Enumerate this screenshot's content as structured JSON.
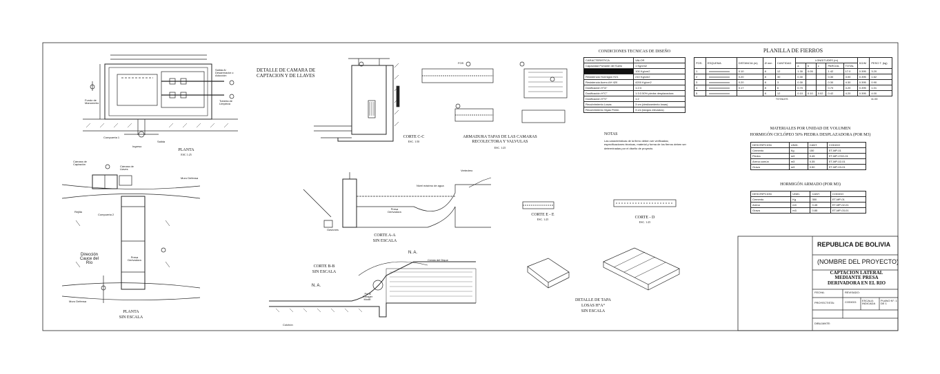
{
  "titles": {
    "camara_detalle": "DETALLE DE CAMARA DE CAPTACION Y DE LLAVES",
    "planta_esc": "PLANTA",
    "planta_esc_scale": "ESC 1:25",
    "planta_sin": "PLANTA",
    "planta_sin_scale": "SIN ESCALA",
    "corte_cc": "CORTE C-C",
    "corte_cc_scale": "ESC. 1:50",
    "armadura": "ARMADURA TAPAS DE LAS CAMARAS RECOLECTORA Y VALVULAS",
    "armadura_scale": "ESC. 1:25",
    "corte_aa": "CORTE A-A",
    "corte_aa_scale": "SIN ESCALA",
    "corte_bb": "CORTE B-B",
    "corte_bb_scale": "SIN ESCALA",
    "corte_ee": "CORTE E - E",
    "corte_ee_scale": "ESC. 1:25",
    "corte_dd": "CORTE - D",
    "corte_dd_scale": "ESC. 1:25",
    "detalle_tapa": "DETALLE DE TAPA LOSAS H°A°",
    "detalle_tapa_scale": "SIN ESCALA",
    "condiciones": "CONDICIONES TECNICAS DE DISEÑO",
    "planilla": "PLANILLA DE FIERROS",
    "materiales": "MATERIALES POR UNIDAD DE VOLUMEN",
    "materiales_sub": "HORMIGÓN CICLÓPEO 50% PIEDRA DESPLAZADORA (POR M3)",
    "hormigon_armado": "HORMIGÓN ARMADO (POR M3)",
    "notas": "NOTAS"
  },
  "labels": {
    "compuerta1": "Compuerta 1",
    "ingreso": "Ingreso",
    "salida": "Salida",
    "funda_manometro": "Fundo de Manometro",
    "tuberia_limpieza": "Tuberia de Limpieza",
    "salida_desarenador": "Salida Al Desarenador o Aducción",
    "camara_captacion": "Cámara de Captación",
    "camara_llaves": "Cámara de Llaves",
    "compuerta2": "Compuerta 2",
    "rejilla": "Rejilla",
    "muro_defensa": "Muro Defensa",
    "muro_defensa2": "Muro Defensa",
    "direccion_cauce": "Dirección Cauce del Río",
    "presa_derivadora": "Presa Derivadora",
    "nivel_maximo": "Nivel máximo de agua",
    "gaviones": "Gaviones",
    "presa": "Presa Derivadora",
    "na": "N. A.",
    "na2": "N. A.",
    "cresta": "Cresta del Dique",
    "perfil": "Perfil Creager Modif.",
    "colchon": "Colchón",
    "vertedero": "Vertedero",
    "fos": "FOS"
  },
  "condiciones": {
    "headers": [
      "CARACTERISTICA",
      "VALOR"
    ],
    "rows": [
      [
        "Capacidad Portante del Suelo",
        "1 Kg/cm2"
      ],
      [
        "",
        "100 Kg/cm2"
      ],
      [
        "Resistencia Hormigón H21",
        "210 Kg/cm2"
      ],
      [
        "Resistencia Acero AH 420",
        "4200 Kg/cm2"
      ],
      [
        "Dosificación H°A°",
        "1:2:3"
      ],
      [
        "Dosificación H°C°",
        "1:3:3 50% piedra desplazadora"
      ],
      [
        "Dosificación H°S°",
        "1:2"
      ],
      [
        "Recubrimiento Losas",
        "3 cm (deslizamiento losas)"
      ],
      [
        "Recubrimiento Vigas Perim.",
        "3 cm (tangos elevados)"
      ]
    ]
  },
  "notas_text": "Las características de la fierro deben ser verificadas; especificaciones técnicas, material y forma de los fierros deben ser determinadas por el diseño de proyecto.",
  "planilla": {
    "headers": [
      "POS.",
      "ESQUEMA",
      "DISTANCIA (m)",
      "Ø mm",
      "CANTIDAD",
      "LONGITUDES (m)",
      "",
      "",
      "",
      "",
      "KG/M",
      "PESO T. (kg)"
    ],
    "subheaders": [
      "a",
      "b",
      "c",
      "PARCIAL",
      "TOTAL"
    ],
    "rows": [
      [
        "1",
        "0.10",
        "8",
        "12",
        "1.30",
        "0.05",
        "",
        "1.42",
        "17.0",
        "0.395",
        "3.20"
      ],
      [
        "2",
        "0.20",
        "8",
        "30",
        "0.30",
        "",
        "",
        "0.30",
        "3.00",
        "0.395",
        "1.62"
      ],
      [
        "3",
        "0.20",
        "8",
        "3",
        "0.30",
        "",
        "",
        "0.30",
        "4.30",
        "0.395",
        "0.90"
      ],
      [
        "4",
        "0.17",
        "8",
        "6",
        "0.70",
        "",
        "",
        "0.70",
        "4.20",
        "0.395",
        "1.01"
      ],
      [
        "5",
        "-",
        "8",
        "12",
        "0.10",
        "0.10",
        "0.02",
        "0.42",
        "4.20",
        "0.395",
        "4.00"
      ]
    ],
    "total_label": "TOTALES",
    "total_value": "11.00"
  },
  "materiales": {
    "headers": [
      "DESCRIPCION",
      "UNID.",
      "CANT.",
      "CODIGO"
    ],
    "rows": [
      [
        "Cemento",
        "Kg",
        "150",
        "ET-MP-01"
      ],
      [
        "Piedra",
        "m3",
        "0.45",
        "ET-MP-CSG-01"
      ],
      [
        "Arena común",
        "m3",
        "0.35",
        "ET-MP-02-01"
      ],
      [
        "Grava",
        "m3",
        "0.50",
        "ET-MP-03-01"
      ]
    ]
  },
  "hormigon": {
    "headers": [
      "DESCRIPCION",
      "UNID.",
      "CANT.",
      "CODIGO"
    ],
    "rows": [
      [
        "Cemento",
        "Kg",
        "350",
        "ET-MP-01"
      ],
      [
        "Arena",
        "m3",
        "0.45",
        "ET-MP-02-01"
      ],
      [
        "Grava",
        "m3",
        "0.85",
        "ET-MP-03-01"
      ]
    ]
  },
  "cajetin": {
    "republica": "REPUBLICA DE BOLIVIA",
    "proyecto": "(NOMBRE DEL PROYECTO)",
    "titulo": "CAPTACION LATERAL MEDIANTE PRESA DERIVADORA EN EL RIO",
    "fecha": "FECHA:",
    "revisado": "REVISADO:",
    "proyectista": "PROYECTISTA:",
    "codigo": "CODIGO:",
    "escala": "ESCALA: INDICADA",
    "plano": "PLANO N°: 1 DE 1",
    "dibujante": "DIBUJANTE:"
  },
  "colors": {
    "line": "#222222",
    "paper": "#ffffff"
  }
}
